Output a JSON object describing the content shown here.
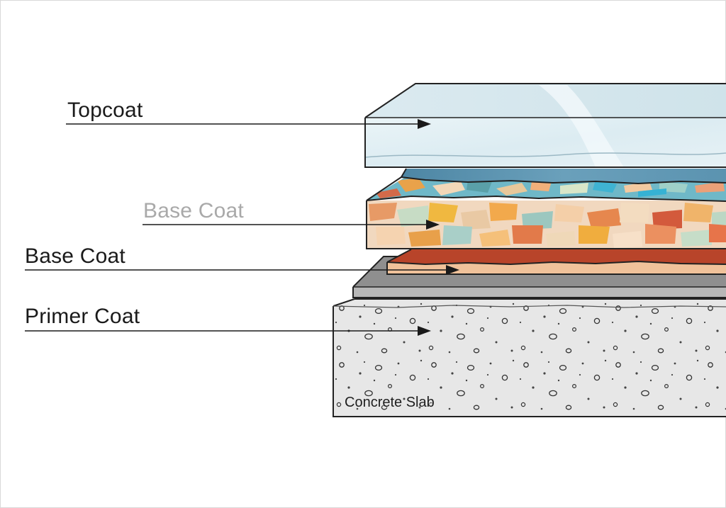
{
  "labels": {
    "topcoat": "Topcoat",
    "base_coat_upper": "Base Coat",
    "base_coat_lower": "Base Coat",
    "primer_coat": "Primer Coat",
    "concrete_slab": "Concrete Slab"
  },
  "colors": {
    "topcoat": "#e2eff4",
    "flake_blue": "#5f96b3",
    "primer_red": "#b8442a",
    "primer_tan": "#f0c29a",
    "gray_layer": "#a9a9a9",
    "concrete": "#e6e6e6",
    "leader_line": "#1a1a1a"
  }
}
